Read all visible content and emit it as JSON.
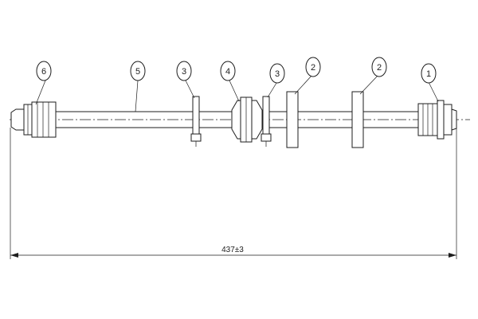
{
  "callouts": [
    {
      "label": "6"
    },
    {
      "label": "5"
    },
    {
      "label": "3"
    },
    {
      "label": "4"
    },
    {
      "label": "3"
    },
    {
      "label": "2"
    },
    {
      "label": "2"
    },
    {
      "label": "1"
    }
  ],
  "dimension": {
    "total_length": "437±3"
  }
}
